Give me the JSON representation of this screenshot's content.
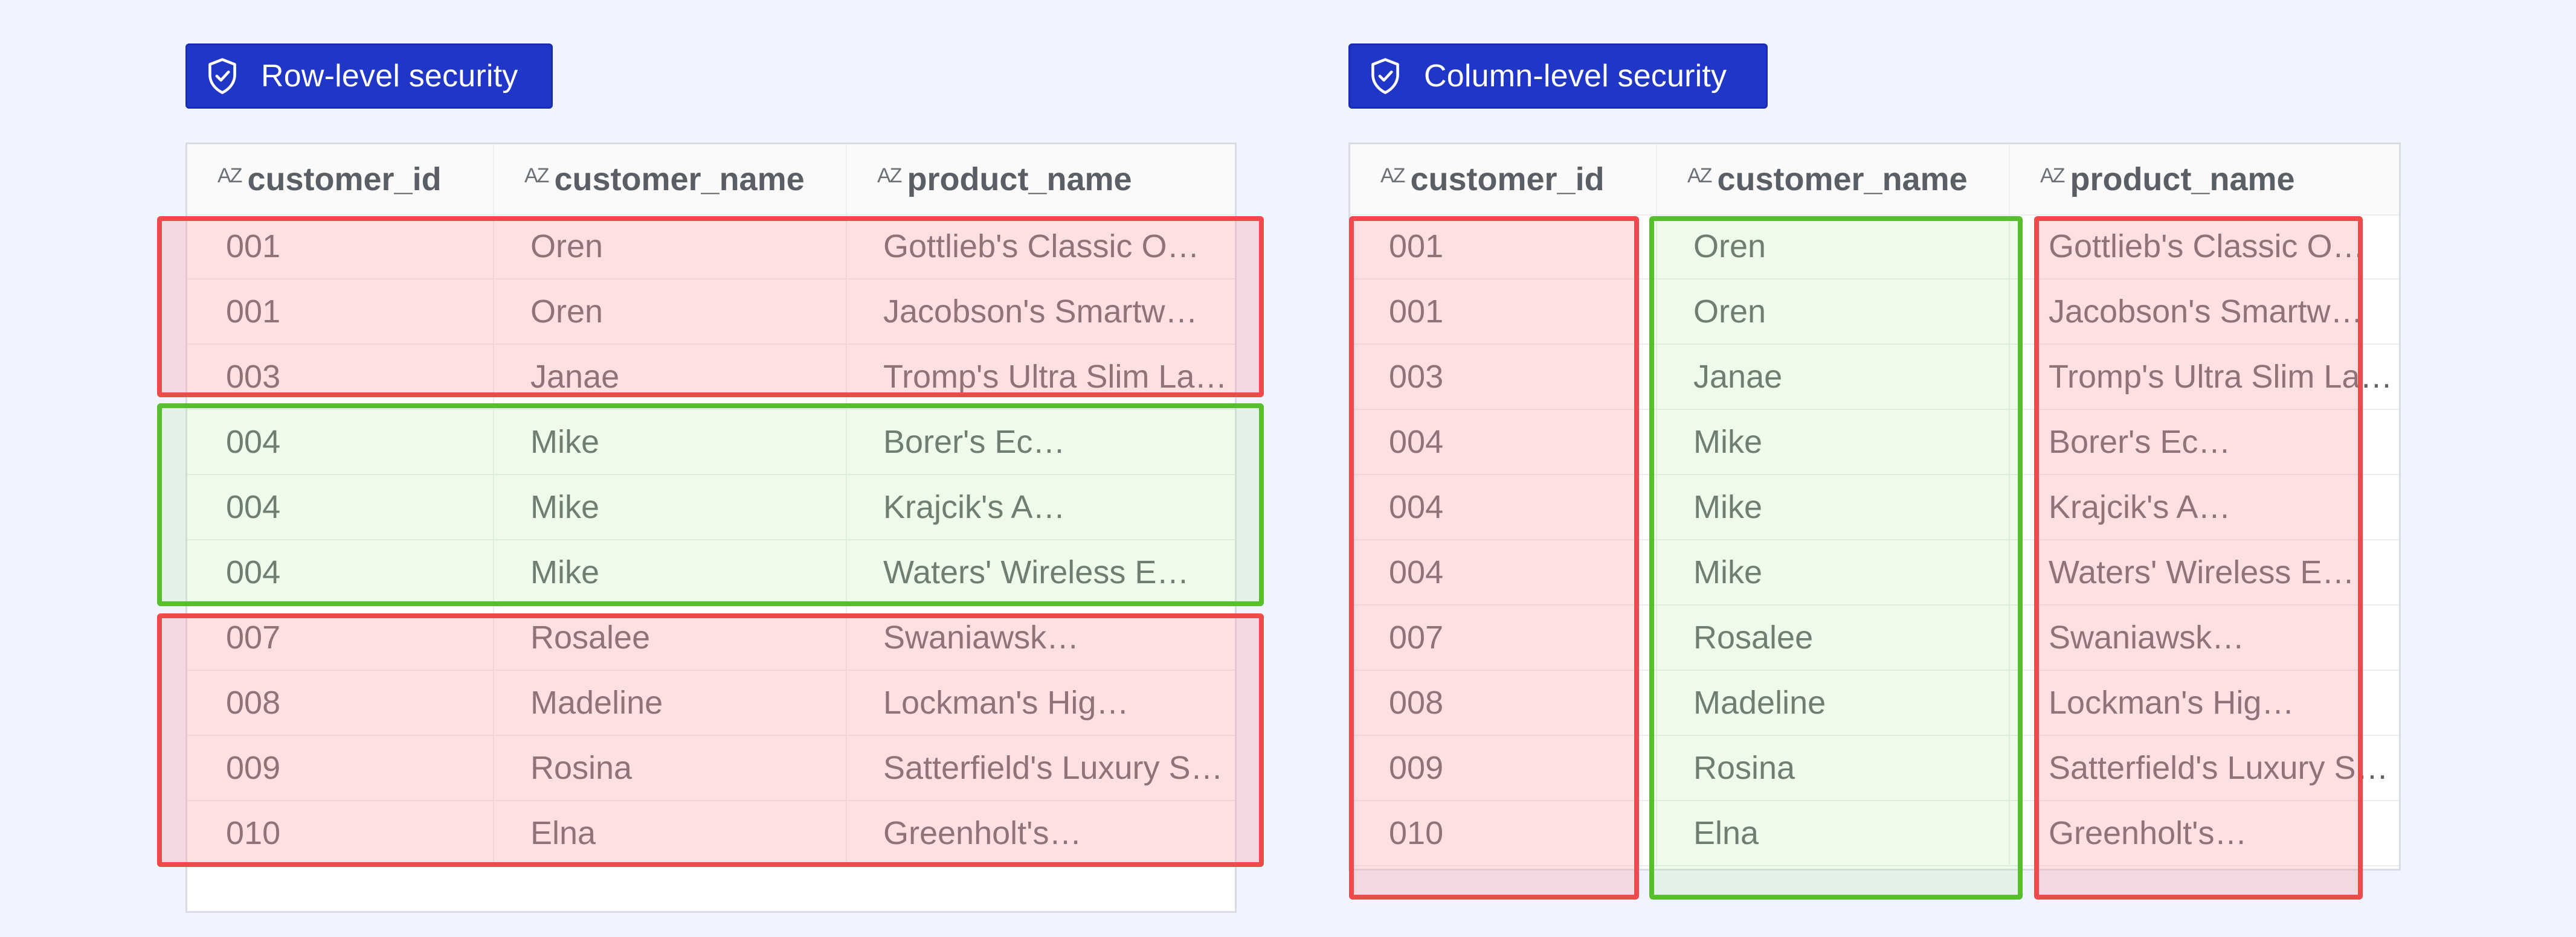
{
  "row_level": {
    "badge_label": "Row-level security",
    "icon": "shield-check-icon",
    "columns": [
      {
        "type_icon": "AZ",
        "label": "customer_id"
      },
      {
        "type_icon": "AZ",
        "label": "customer_name"
      },
      {
        "type_icon": "AZ",
        "label": "product_name"
      }
    ],
    "rows": [
      [
        "001",
        "Oren",
        "Gottlieb's Classic O…"
      ],
      [
        "001",
        "Oren",
        "Jacobson's Smartw…"
      ],
      [
        "003",
        "Janae",
        "Tromp's Ultra Slim La…"
      ],
      [
        "004",
        "Mike",
        "Borer's Ec…"
      ],
      [
        "004",
        "Mike",
        "Krajcik's A…"
      ],
      [
        "004",
        "Mike",
        "Waters' Wireless E…"
      ],
      [
        "007",
        "Rosalee",
        "Swaniawsk…"
      ],
      [
        "008",
        "Madeline",
        "Lockman's Hig…"
      ],
      [
        "009",
        "Rosina",
        "Satterfield's Luxury S…"
      ],
      [
        "010",
        "Elna",
        "Greenholt's…"
      ]
    ]
  },
  "column_level": {
    "badge_label": "Column-level security",
    "icon": "shield-check-icon",
    "columns": [
      {
        "type_icon": "AZ",
        "label": "customer_id"
      },
      {
        "type_icon": "AZ",
        "label": "customer_name"
      },
      {
        "type_icon": "AZ",
        "label": "product_name"
      }
    ],
    "rows": [
      [
        "001",
        "Oren",
        "Gottlieb's Classic O…"
      ],
      [
        "001",
        "Oren",
        "Jacobson's Smartw…"
      ],
      [
        "003",
        "Janae",
        "Tromp's Ultra Slim La…"
      ],
      [
        "004",
        "Mike",
        "Borer's Ec…"
      ],
      [
        "004",
        "Mike",
        "Krajcik's A…"
      ],
      [
        "004",
        "Mike",
        "Waters' Wireless E…"
      ],
      [
        "007",
        "Rosalee",
        "Swaniawsk…"
      ],
      [
        "008",
        "Madeline",
        "Lockman's Hig…"
      ],
      [
        "009",
        "Rosina",
        "Satterfield's Luxury S…"
      ],
      [
        "010",
        "Elna",
        "Greenholt's…"
      ]
    ]
  },
  "colors": {
    "page_background": "#f0f4fe",
    "badge_background": "#2036c7",
    "restricted_border": "#ee4a4c",
    "restricted_fill": "#ffd6da",
    "allowed_border": "#57bf2c",
    "allowed_fill": "#eef9e6"
  }
}
